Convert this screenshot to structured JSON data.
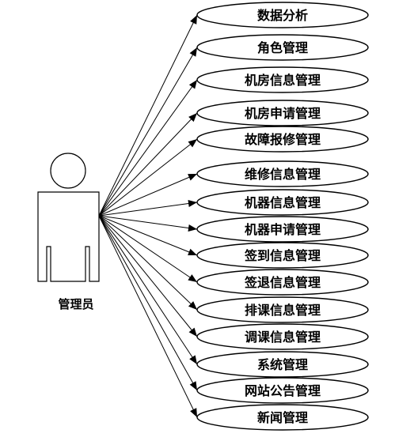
{
  "actor": {
    "label": "管理员",
    "icon": "actor-person-icon"
  },
  "use_cases": [
    {
      "label": "数据分析"
    },
    {
      "label": "角色管理"
    },
    {
      "label": "机房信息管理"
    },
    {
      "label": "机房申请管理"
    },
    {
      "label": "故障报修管理"
    },
    {
      "label": "维修信息管理"
    },
    {
      "label": "机器信息管理"
    },
    {
      "label": "机器申请管理"
    },
    {
      "label": "签到信息管理"
    },
    {
      "label": "签退信息管理"
    },
    {
      "label": "排课信息管理"
    },
    {
      "label": "调课信息管理"
    },
    {
      "label": "系统管理"
    },
    {
      "label": "网站公告管理"
    },
    {
      "label": "新闻管理"
    }
  ],
  "colors": {
    "stroke": "#000000",
    "fill": "#ffffff"
  }
}
